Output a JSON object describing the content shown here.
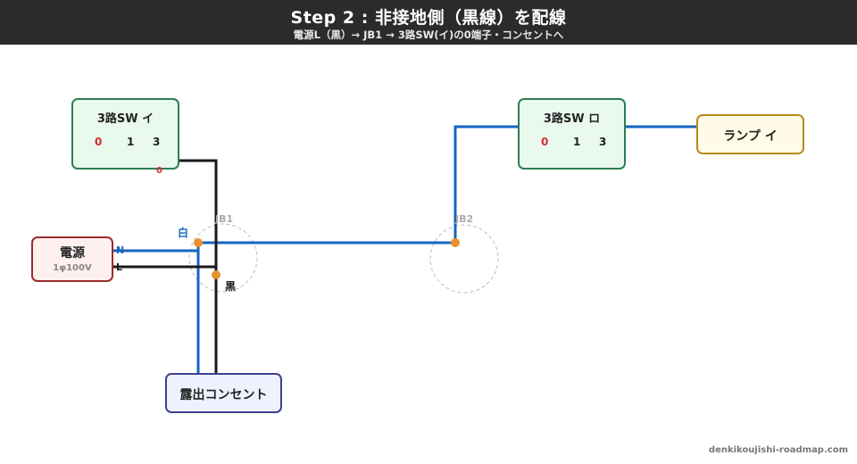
{
  "header": {
    "title": "Step 2 : 非接地側（黒線）を配線",
    "subtitle": "電源L（黒）→ JB1 → 3路SW(イ)の0端子・コンセントへ"
  },
  "switch_i": {
    "title": "3路SW イ",
    "term0": "0",
    "term1": "1",
    "term3": "3",
    "wire_label": "0"
  },
  "switch_ro": {
    "title": "3路SW ロ",
    "term0": "0",
    "term1": "1",
    "term3": "3"
  },
  "lamp": {
    "label": "ランプ イ"
  },
  "power": {
    "label": "電源",
    "sub": "1φ100V",
    "n_label": "N",
    "l_label": "L"
  },
  "jb1": {
    "label": "JB1",
    "white_label": "白",
    "black_label": "黒"
  },
  "jb2": {
    "label": "JB2"
  },
  "outlet": {
    "label": "露出コンセント"
  },
  "footer": "denkikoujishi-roadmap.com",
  "colors": {
    "white_wire": "#1565c0",
    "black_wire": "#1a1a1a",
    "junction_dot": "#e8912c",
    "jb_outline": "#bdbdbd",
    "terminal_0": "#d32f2f"
  }
}
